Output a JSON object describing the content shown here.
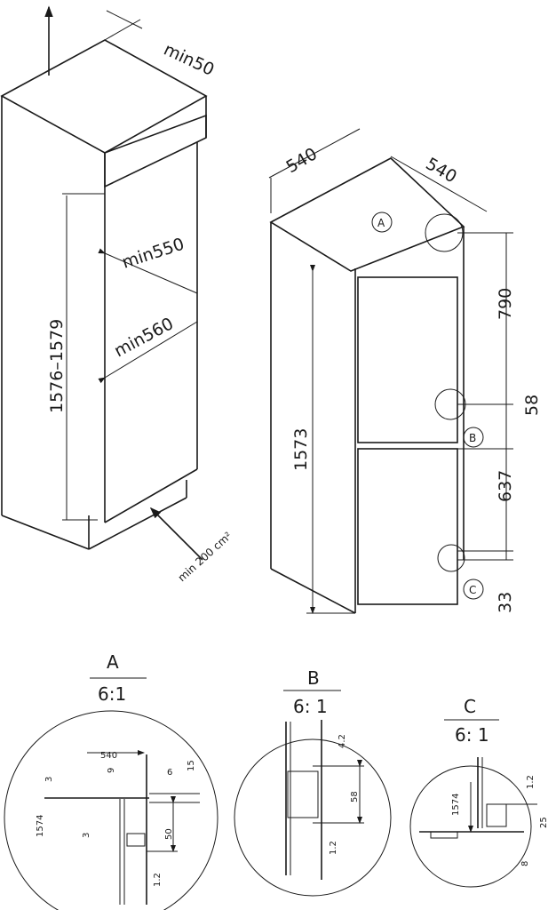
{
  "niche": {
    "min_top_gap": "min50",
    "min_width": "min550",
    "min_depth": "min560",
    "niche_height": "1576–1579",
    "ventilation": "min 200 cm²"
  },
  "appliance": {
    "width": "540",
    "depth": "540",
    "height": "1573",
    "upper_section": "790",
    "middle_gap": "58",
    "lower_section": "637",
    "bottom_gap": "33",
    "callouts": [
      "A",
      "B",
      "C"
    ]
  },
  "details": [
    {
      "label": "A",
      "scale": "6:1",
      "dims": [
        "540",
        "9",
        "6",
        "15",
        "3",
        "1574",
        "3",
        "50",
        "1.2"
      ]
    },
    {
      "label": "B",
      "scale": "6: 1",
      "dims": [
        "4.2",
        "58",
        "1.2"
      ]
    },
    {
      "label": "C",
      "scale": "6: 1",
      "dims": [
        "1574",
        "1.2",
        "25",
        "8"
      ]
    }
  ]
}
